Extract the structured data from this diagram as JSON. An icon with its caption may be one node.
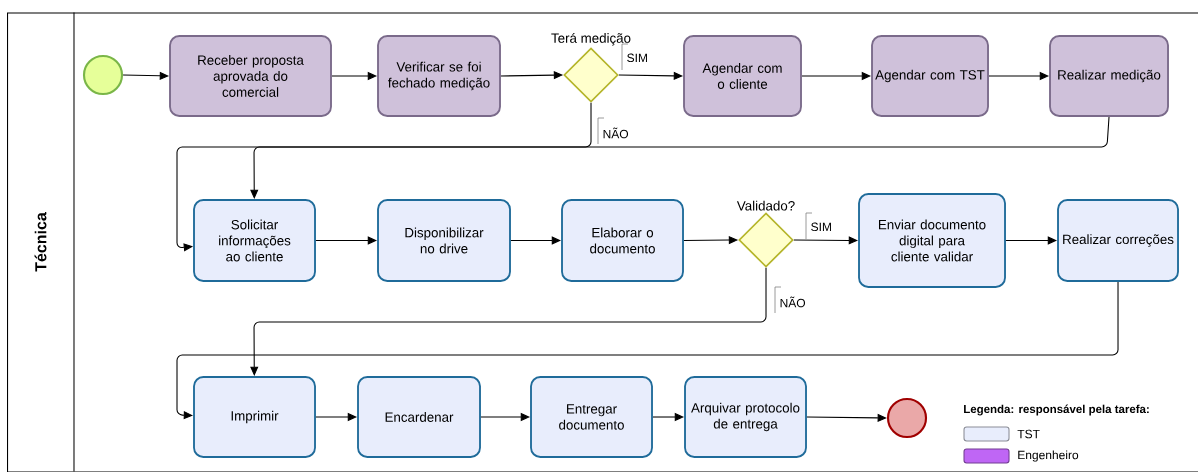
{
  "diagram": {
    "nodes": [
      {
        "text": [
          "Técnica"
        ]
      },
      {
        "text": [],
        "shape": "circle",
        "in": 0
      },
      {
        "text": [
          "Receber proposta aprovada do comercial"
        ],
        "in": 0
      },
      {
        "text": [
          "Verificar se foi fechado medição"
        ],
        "in": 0
      },
      {
        "text": [
          "Terá medição"
        ],
        "in": 0
      },
      {
        "text": [
          "Agendar com o cliente"
        ],
        "in": 0
      },
      {
        "text": [
          "Agendar com TST"
        ],
        "in": 0
      },
      {
        "text": [
          "Realizar medição"
        ],
        "in": 0
      },
      {
        "text": [
          "Solicitar informações ao cliente"
        ],
        "in": 0
      },
      {
        "text": [
          "Disponibilizar no drive"
        ],
        "in": 0
      },
      {
        "text": [
          "Elaborar o documento"
        ],
        "in": 0
      },
      {
        "text": [
          "Validado?"
        ],
        "in": 0
      },
      {
        "text": [
          "Enviar documento digital para cliente validar"
        ],
        "in": 0
      },
      {
        "text": [
          "Realizar correções"
        ],
        "in": 0
      },
      {
        "text": [
          "Imprimir"
        ],
        "in": 0
      },
      {
        "text": [
          "Encardenar"
        ],
        "in": 0
      },
      {
        "text": [
          "Entregar documento"
        ],
        "in": 0
      },
      {
        "text": [
          "Arquivar protocolo de entrega"
        ],
        "in": 0
      },
      {
        "text": [],
        "shape": "circle",
        "in": 0
      }
    ],
    "edges": [
      {
        "from": 1,
        "to": 2,
        "arrow": "to"
      },
      {
        "from": 2,
        "to": 3,
        "arrow": "to"
      },
      {
        "from": 3,
        "to": 4,
        "arrow": "to"
      },
      {
        "from": 4,
        "to": 5,
        "arrow": "to",
        "label": "SIM"
      },
      {
        "from": 5,
        "to": 6,
        "arrow": "to"
      },
      {
        "from": 6,
        "to": 7,
        "arrow": "to"
      },
      {
        "from": 4,
        "to": 8,
        "arrow": "to",
        "label": "NÃO"
      },
      {
        "from": 7,
        "to": 8,
        "arrow": "to"
      },
      {
        "from": 8,
        "to": 9,
        "arrow": "to"
      },
      {
        "from": 9,
        "to": 10,
        "arrow": "to"
      },
      {
        "from": 10,
        "to": 11,
        "arrow": "to"
      },
      {
        "from": 11,
        "to": 12,
        "arrow": "to",
        "label": "SIM"
      },
      {
        "from": 12,
        "to": 13,
        "arrow": "to"
      },
      {
        "from": 11,
        "to": 14,
        "arrow": "to",
        "label": "NÃO"
      },
      {
        "from": 13,
        "to": 14,
        "arrow": "to"
      },
      {
        "from": 14,
        "to": 15,
        "arrow": "to"
      },
      {
        "from": 15,
        "to": 16,
        "arrow": "to"
      },
      {
        "from": 16,
        "to": 17,
        "arrow": "to"
      },
      {
        "from": 17,
        "to": 18,
        "arrow": "to"
      }
    ],
    "labels": [
      "Legenda: responsável pela tarefa:"
    ],
    "legend": [
      {
        "text": "TST",
        "color": "#e8edfc"
      },
      {
        "text": "Engenheiro",
        "color": "#bf66f5"
      }
    ]
  }
}
